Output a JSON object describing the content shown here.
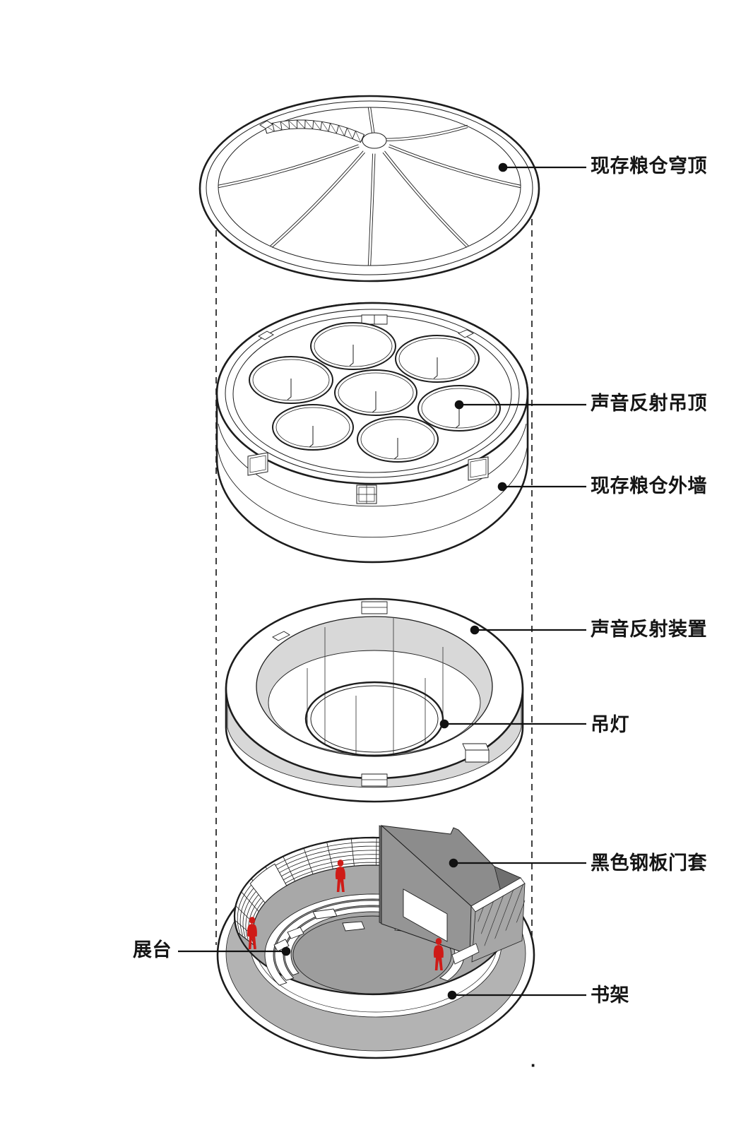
{
  "page": {
    "background": "#ffffff"
  },
  "labels": {
    "dome": "现存粮仓穹顶",
    "acoustic_ceiling": "声音反射吊顶",
    "granary_wall": "现存粮仓外墙",
    "acoustic_device": "声音反射装置",
    "pendant_lamp": "吊灯",
    "steel_door_frame": "黑色钢板门套",
    "exhibition_stand": "展台",
    "bookshelf": "书架",
    "period_mark": "."
  },
  "colors": {
    "line": "#1d1d1d",
    "label_text": "#151515",
    "figure_red": "#cf1b17",
    "floor_gray": "#a8a8a8",
    "stage_gray": "#9d9d9d",
    "door_wall_gray": "#959595",
    "door_roof_gray": "#8c8c8c",
    "door_edge_gray": "#6f6f6f",
    "interior_wall_gray": "#a6a6a6",
    "reflector_gray": "#d8d8d8",
    "base_band_gray": "#b3b3b3"
  }
}
